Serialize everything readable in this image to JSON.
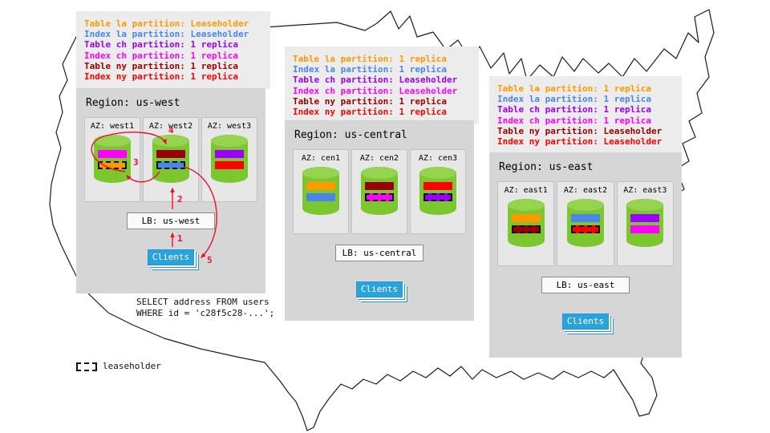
{
  "colors": {
    "arrow": "#e8112d",
    "map_stroke": "#1c1c1c",
    "cylinder": "#7cc62e",
    "cylinder_top": "#95d44f",
    "clients_bg": "#29a3dd",
    "clients_shadow": "#2a96cd"
  },
  "regions": [
    {
      "title": "Region: us-west",
      "partitions": [
        {
          "text": "Table la partition: Leaseholder",
          "color": "#ff9900"
        },
        {
          "text": "Index la partition: Leaseholder",
          "color": "#4a86e8"
        },
        {
          "text": "Table ch partition: 1 replica",
          "color": "#9900ff"
        },
        {
          "text": "Index ch partition: 1 replica",
          "color": "#ff00ff"
        },
        {
          "text": "Table ny partition: 1 replica",
          "color": "#990000"
        },
        {
          "text": "Index ny partition: 1 replica",
          "color": "#ff0000"
        }
      ],
      "azs": [
        {
          "label": "AZ: west1",
          "bars": [
            {
              "color": "#ff00ff",
              "leaseholder": false
            },
            {
              "color": "#ff9900",
              "leaseholder": true
            }
          ]
        },
        {
          "label": "AZ: west2",
          "bars": [
            {
              "color": "#990000",
              "leaseholder": false
            },
            {
              "color": "#4a86e8",
              "leaseholder": true
            }
          ]
        },
        {
          "label": "AZ: west3",
          "bars": [
            {
              "color": "#9900ff",
              "leaseholder": false
            },
            {
              "color": "#ff0000",
              "leaseholder": false
            }
          ]
        }
      ],
      "lb": "LB: us-west",
      "clients": "Clients"
    },
    {
      "title": "Region: us-central",
      "partitions": [
        {
          "text": "Table la partition: 1 replica",
          "color": "#ff9900"
        },
        {
          "text": "Index la partition: 1 replica",
          "color": "#4a86e8"
        },
        {
          "text": "Table ch partition: Leaseholder",
          "color": "#9900ff"
        },
        {
          "text": "Index ch partition: Leaseholder",
          "color": "#ff00ff"
        },
        {
          "text": "Table ny partition: 1 replica",
          "color": "#990000"
        },
        {
          "text": "Index ny partition: 1 replica",
          "color": "#ff0000"
        }
      ],
      "azs": [
        {
          "label": "AZ: cen1",
          "bars": [
            {
              "color": "#ff9900",
              "leaseholder": false
            },
            {
              "color": "#4a86e8",
              "leaseholder": false
            }
          ]
        },
        {
          "label": "AZ: cen2",
          "bars": [
            {
              "color": "#990000",
              "leaseholder": false
            },
            {
              "color": "#ff00ff",
              "leaseholder": true
            }
          ]
        },
        {
          "label": "AZ: cen3",
          "bars": [
            {
              "color": "#ff0000",
              "leaseholder": false
            },
            {
              "color": "#9900ff",
              "leaseholder": true
            }
          ]
        }
      ],
      "lb": "LB: us-central",
      "clients": "Clients"
    },
    {
      "title": "Region: us-east",
      "partitions": [
        {
          "text": "Table la partition: 1 replica",
          "color": "#ff9900"
        },
        {
          "text": "Index la partition: 1 replica",
          "color": "#4a86e8"
        },
        {
          "text": "Table ch partition: 1 replica",
          "color": "#9900ff"
        },
        {
          "text": "Index ch partition: 1 replica",
          "color": "#ff00ff"
        },
        {
          "text": "Table ny partition: Leaseholder",
          "color": "#990000"
        },
        {
          "text": "Index ny partition: Leaseholder",
          "color": "#ff0000"
        }
      ],
      "azs": [
        {
          "label": "AZ: east1",
          "bars": [
            {
              "color": "#ff9900",
              "leaseholder": false
            },
            {
              "color": "#990000",
              "leaseholder": true
            }
          ]
        },
        {
          "label": "AZ: east2",
          "bars": [
            {
              "color": "#4a86e8",
              "leaseholder": false
            },
            {
              "color": "#ff0000",
              "leaseholder": true
            }
          ]
        },
        {
          "label": "AZ: east3",
          "bars": [
            {
              "color": "#9900ff",
              "leaseholder": false
            },
            {
              "color": "#ff00ff",
              "leaseholder": false
            }
          ]
        }
      ],
      "lb": "LB: us-east",
      "clients": "Clients"
    }
  ],
  "sql": {
    "line1": "SELECT address FROM users",
    "line2": "WHERE id = 'c28f5c28-...';"
  },
  "legend": {
    "label": "leaseholder"
  },
  "arrows": {
    "s1": "1",
    "s2": "2",
    "s3": "3",
    "s4": "4",
    "s5": "5"
  }
}
